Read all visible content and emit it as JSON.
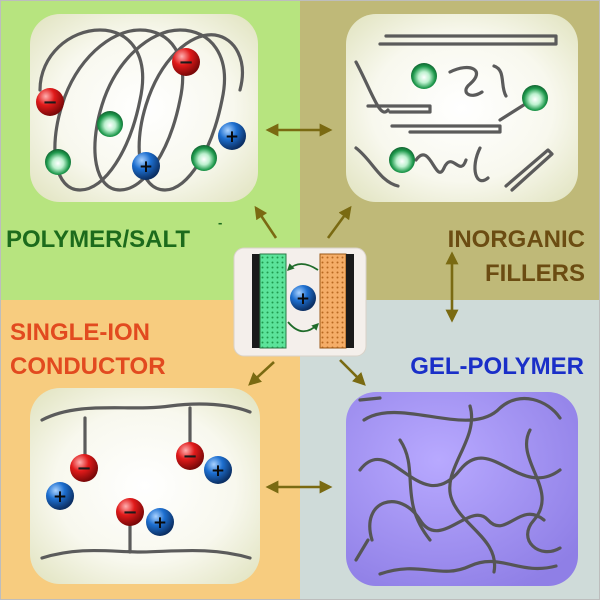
{
  "colors": {
    "quad_polymer_salt": "#b7e47f",
    "quad_inorganic": "#bfb978",
    "quad_single_ion": "#f7cc7f",
    "quad_gel": "#cfdbd9",
    "panel_fill": "#f6f7ea",
    "gel_panel_fill": "#9d8cf0",
    "chain": "#5b5b5b",
    "arrow": "#7a6a12",
    "anion": "#e11a1a",
    "cation": "#1d6fd0",
    "neutral": "#1f9a4d",
    "label_polymer_salt": "#1c6b1c",
    "label_inorganic": "#6b4c12",
    "label_single_ion": "#e24a1f",
    "label_gel": "#1a2fc8",
    "anode": "#4fdc8d",
    "cathode": "#f2a35e",
    "collector": "#1a1a1a"
  },
  "labels": {
    "polymer_salt": "POLYMER/SALT",
    "polymer_salt_sup": "-",
    "inorganic_line1": "INORGANIC",
    "inorganic_line2": "FILLERS",
    "single_ion_line1": "SINGLE-ION",
    "single_ion_line2": "CONDUCTOR",
    "gel": "GEL-POLYMER"
  },
  "ions": {
    "anion": "−",
    "cation": "+"
  },
  "icons": {
    "cell": "battery-cell-icon",
    "arrow": "double-headed-arrow-icon",
    "ion": "ion-sphere-icon"
  }
}
